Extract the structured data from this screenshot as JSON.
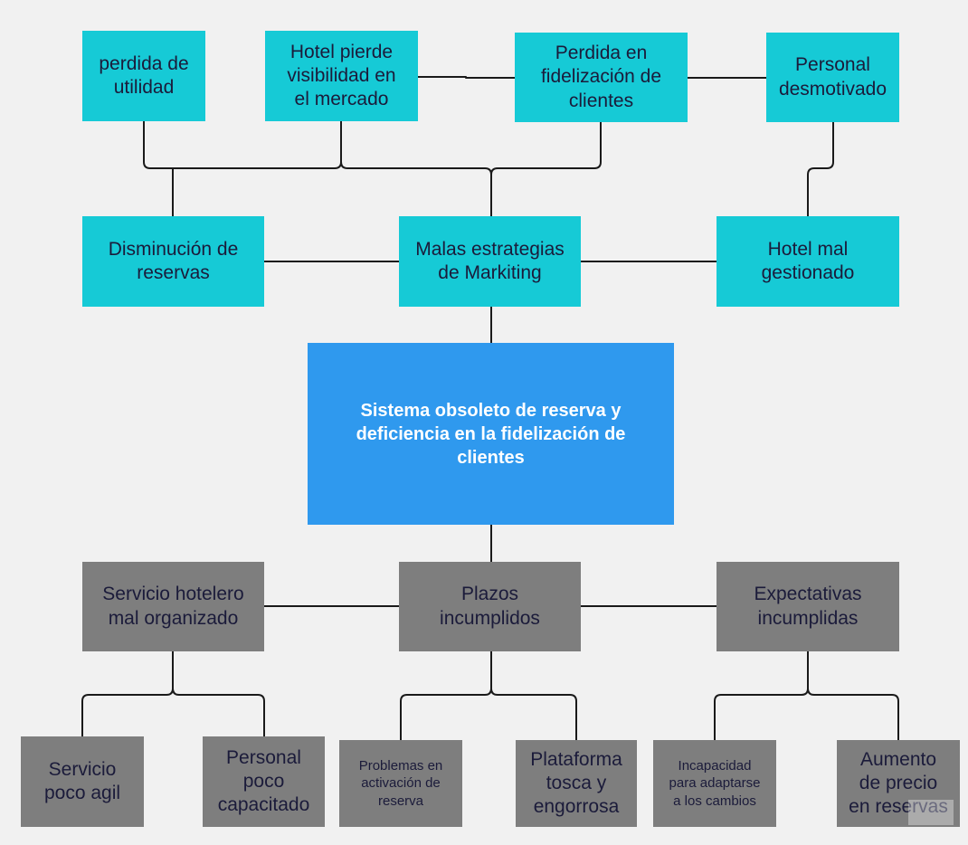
{
  "core_problem": "Sistema obsoleto de reserva y\ndeficiencia en la fidelización de\nclientes",
  "effects": {
    "top": {
      "perdida_utilidad": "perdida de\nutilidad",
      "visibilidad": "Hotel pierde\nvisibilidad en\nel mercado",
      "fidelizacion": "Perdida en\nfidelización de\nclientes",
      "personal_desmotivado": "Personal\ndesmotivado"
    },
    "middle": {
      "disminucion_reservas": "Disminución de\nreservas",
      "malas_estrategias": "Malas estrategias\nde Markiting",
      "hotel_mal_gestionado": "Hotel mal\ngestionado"
    }
  },
  "causes": {
    "primary": {
      "servicio_mal_organizado": "Servicio hotelero\nmal organizado",
      "plazos_incumplidos": "Plazos\nincumplidos",
      "expectativas_incumplidas": "Expectativas\nincumplidas"
    },
    "secondary": {
      "servicio_poco_agil": "Servicio\npoco agil",
      "personal_poco_capacitado": "Personal\npoco\ncapacitado",
      "problemas_activacion": "Problemas en\nactivación de\nreserva",
      "plataforma_tosca": "Plataforma\ntosca y\nengorrosa",
      "incapacidad_cambios": "Incapacidad\npara adaptarse\na los cambios",
      "aumento_precio": "Aumento\nde precio\nen reservas"
    }
  },
  "colors": {
    "effect_fill": "#16cad6",
    "core_fill": "#2f99ee",
    "cause_fill": "#7e7e7e",
    "background": "#f1f1f1",
    "text_dark": "#1b1b3a",
    "text_core": "#ffffff"
  }
}
